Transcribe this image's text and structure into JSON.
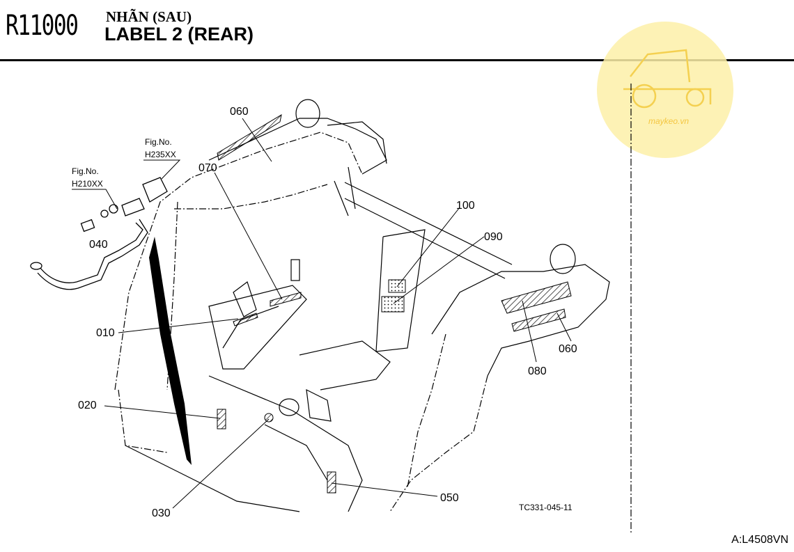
{
  "header": {
    "code": "R11000",
    "title_vn": "NHÃN (SAU)",
    "title_en": "LABEL 2 (REAR)"
  },
  "callouts": {
    "c010": "010",
    "c020": "020",
    "c030": "030",
    "c040": "040",
    "c050": "050",
    "c060_top": "060",
    "c060_right": "060",
    "c070": "070",
    "c080": "080",
    "c090": "090",
    "c100": "100"
  },
  "fig_refs": {
    "h210_label": "Fig.No.",
    "h210_code": "H210XX",
    "h235_label": "Fig.No.",
    "h235_code": "H235XX"
  },
  "drawing_id": "TC331-045-11",
  "watermark": {
    "text": "maykeo.vn",
    "color": "#fde98a"
  },
  "footer_code": "A:L4508VN"
}
